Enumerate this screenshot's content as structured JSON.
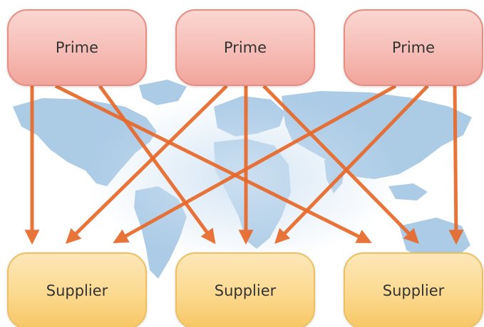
{
  "primes": [
    {
      "label": "Prime"
    },
    {
      "label": "Prime"
    },
    {
      "label": "Prime"
    }
  ],
  "suppliers": [
    {
      "label": "Supplier"
    },
    {
      "label": "Supplier"
    },
    {
      "label": "Supplier"
    }
  ],
  "connections": [
    {
      "from": 0,
      "to": 0
    },
    {
      "from": 0,
      "to": 1
    },
    {
      "from": 0,
      "to": 2
    },
    {
      "from": 1,
      "to": 0
    },
    {
      "from": 1,
      "to": 1
    },
    {
      "from": 1,
      "to": 2
    },
    {
      "from": 2,
      "to": 0
    },
    {
      "from": 2,
      "to": 1
    },
    {
      "from": 2,
      "to": 2
    }
  ],
  "colors": {
    "arrow": "#e8692a",
    "map": "#9ec3e2",
    "prime_fill": "#f6bdb6",
    "prime_border": "#e88d82",
    "supplier_fill": "#fbd98f",
    "supplier_border": "#ecc063"
  }
}
